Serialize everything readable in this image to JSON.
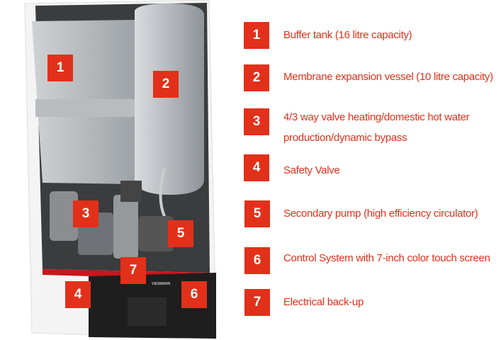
{
  "diagram": {
    "accent_color": "#e2301a",
    "brand_logo": "VIESMANN",
    "items": [
      {
        "number": "1",
        "label": "Buffer tank (16 litre capacity)"
      },
      {
        "number": "2",
        "label": "Membrane expansion vessel (10 litre capacity)"
      },
      {
        "number": "3",
        "label": "4/3 way valve heating/domestic hot water",
        "label_line2": "production/dynamic bypass"
      },
      {
        "number": "4",
        "label": "Safety Valve"
      },
      {
        "number": "5",
        "label": "Secondary pump (high efficiency circulator)"
      },
      {
        "number": "6",
        "label": "Control System with 7-inch color touch screen"
      },
      {
        "number": "7",
        "label": "Electrical back-up"
      }
    ]
  }
}
